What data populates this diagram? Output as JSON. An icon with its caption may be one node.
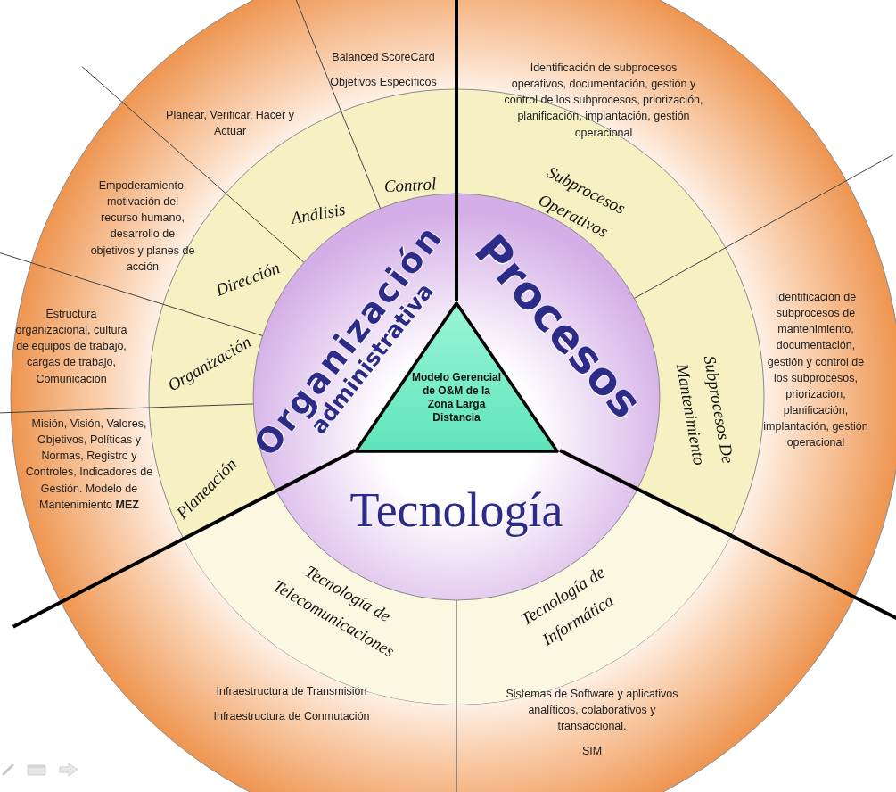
{
  "diagram": {
    "nodes": [
      {
        "text": [
          "Modelo Gerencial de O&M de la Zona Larga Distancia"
        ]
      },
      {
        "text": [
          "Organización",
          "administrativa"
        ]
      },
      {
        "text": [
          "Procesos"
        ]
      },
      {
        "text": [
          "Tecnología"
        ]
      },
      {
        "text": [
          "Planeación"
        ]
      },
      {
        "text": [
          "Organización"
        ]
      },
      {
        "text": [
          "Dirección"
        ]
      },
      {
        "text": [
          "Análisis"
        ]
      },
      {
        "text": [
          "Control"
        ]
      },
      {
        "text": [
          "Subprocesos Operativos"
        ]
      },
      {
        "text": [
          "Subprocesos De Mantenimiento"
        ]
      },
      {
        "text": [
          "Tecnología de Telecomunicaciones"
        ]
      },
      {
        "text": [
          "Tecnología de Informática"
        ]
      },
      {
        "text": [
          "Misión, Visión, Valores, Objetivos, Políticas y Normas, Registro y Controles, Indicadores de Gestión.  Modelo de Mantenimiento **MEZ**"
        ]
      },
      {
        "text": [
          "Estructura organizacional, cultura de equipos de trabajo, cargas de trabajo, Comunicación"
        ]
      },
      {
        "text": [
          "Empoderamiento, motivación del recurso humano, desarrollo de objetivos y planes de acción"
        ]
      },
      {
        "text": [
          "Planear, Verificar, Hacer y Actuar"
        ]
      },
      {
        "text": [
          "Balanced ScoreCard",
          "Objetivos Específicos"
        ]
      },
      {
        "text": [
          "Identificación de subprocesos operativos, documentación, gestión y control de los subprocesos, priorización, planificación, implantación, gestión operacional"
        ]
      },
      {
        "text": [
          "Identificación de subprocesos de mantenimiento, documentación, gestión y control de los subprocesos, priorización, planificación, implantación, gestión operacional"
        ]
      },
      {
        "text": [
          "Infraestructura de Transmisión",
          "Infraestructura de Conmutación"
        ]
      },
      {
        "text": [
          "Sistemas de Software y aplicativos analíticos, colaborativos y transaccional.",
          "SIM"
        ]
      }
    ]
  }
}
